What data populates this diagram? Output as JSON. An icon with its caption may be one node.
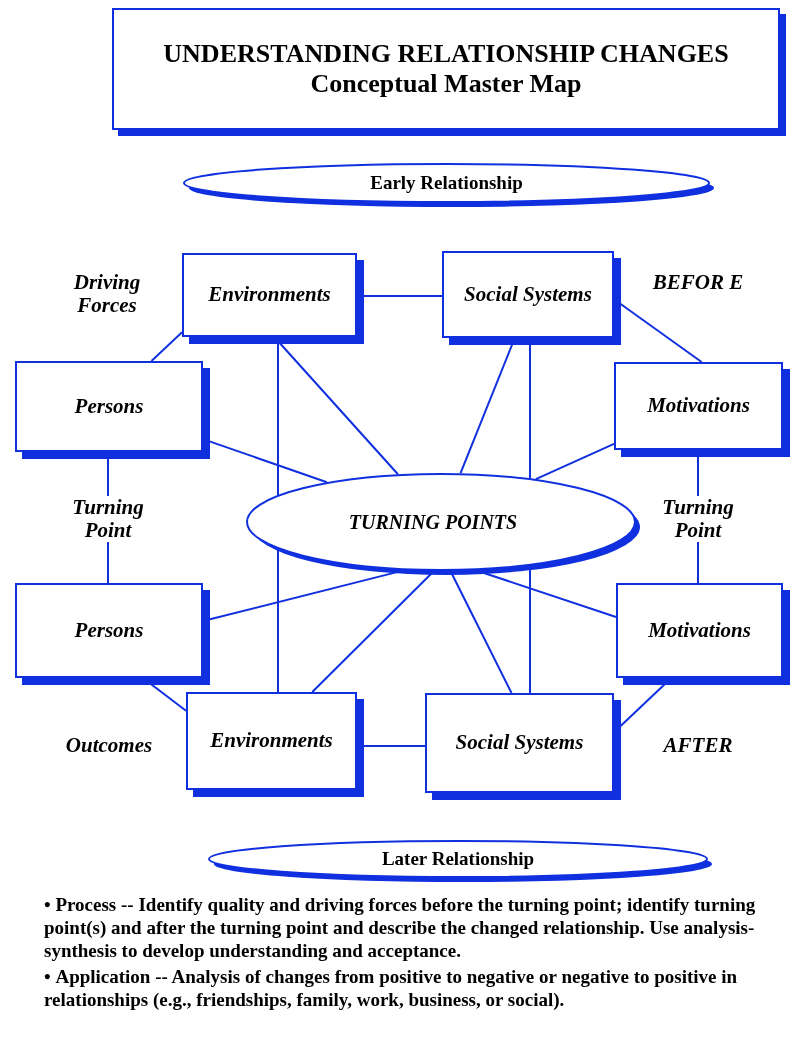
{
  "diagram": {
    "nodes": [
      {
        "text": [
          "UNDERSTANDING RELATIONSHIP CHANGES",
          "Conceptual Master Map"
        ]
      },
      {
        "text": [
          "Early Relationship"
        ]
      },
      {
        "text": [
          "Environments"
        ]
      },
      {
        "text": [
          "Social Systems"
        ]
      },
      {
        "text": [
          "Persons"
        ]
      },
      {
        "text": [
          "Motivations"
        ]
      },
      {
        "text": [
          "TURNING POINTS"
        ]
      },
      {
        "text": [
          "Persons"
        ]
      },
      {
        "text": [
          "Motivations"
        ]
      },
      {
        "text": [
          "Environments"
        ]
      },
      {
        "text": [
          "Social Systems"
        ]
      },
      {
        "text": [
          "Later Relationship"
        ]
      }
    ],
    "edges": [
      {
        "from": 2,
        "to": 3,
        "arrow": "none"
      },
      {
        "from": 4,
        "to": 2,
        "arrow": "none"
      },
      {
        "from": 3,
        "to": 5,
        "arrow": "none"
      },
      {
        "from": 2,
        "to": 6,
        "arrow": "none"
      },
      {
        "from": 2,
        "to": 6,
        "arrow": "none"
      },
      {
        "from": 3,
        "to": 6,
        "arrow": "none"
      },
      {
        "from": 3,
        "to": 6,
        "arrow": "none"
      },
      {
        "from": 4,
        "to": 6,
        "arrow": "none"
      },
      {
        "from": 5,
        "to": 6,
        "arrow": "none"
      },
      {
        "from": 4,
        "to": 7,
        "arrow": "none"
      },
      {
        "from": 5,
        "to": 8,
        "arrow": "none"
      },
      {
        "from": 6,
        "to": 7,
        "arrow": "none"
      },
      {
        "from": 6,
        "to": 9,
        "arrow": "none"
      },
      {
        "from": 6,
        "to": 10,
        "arrow": "none"
      },
      {
        "from": 6,
        "to": 8,
        "arrow": "none"
      },
      {
        "from": 7,
        "to": 9,
        "arrow": "none"
      },
      {
        "from": 9,
        "to": 10,
        "arrow": "none"
      },
      {
        "from": 8,
        "to": 10,
        "arrow": "none"
      },
      {
        "from": 6,
        "to": 9,
        "arrow": "none"
      },
      {
        "from": 6,
        "to": 10,
        "arrow": "none"
      }
    ],
    "labels": [
      "Driving Forces",
      "BEFOR E",
      "Turning Point",
      "Turning Point",
      "Outcomes",
      "AFTER",
      "• **Process --** Identify quality and driving forces before the turning point; identify turning point(s) and after the turning point and describe the changed relationship. Use analysis-synthesis to develop understanding and acceptance.",
      "• **Application --** Analysis of changes from positive to negative or negative to positive in relationships (e.g., friendships, family, work, business, or social)."
    ]
  }
}
